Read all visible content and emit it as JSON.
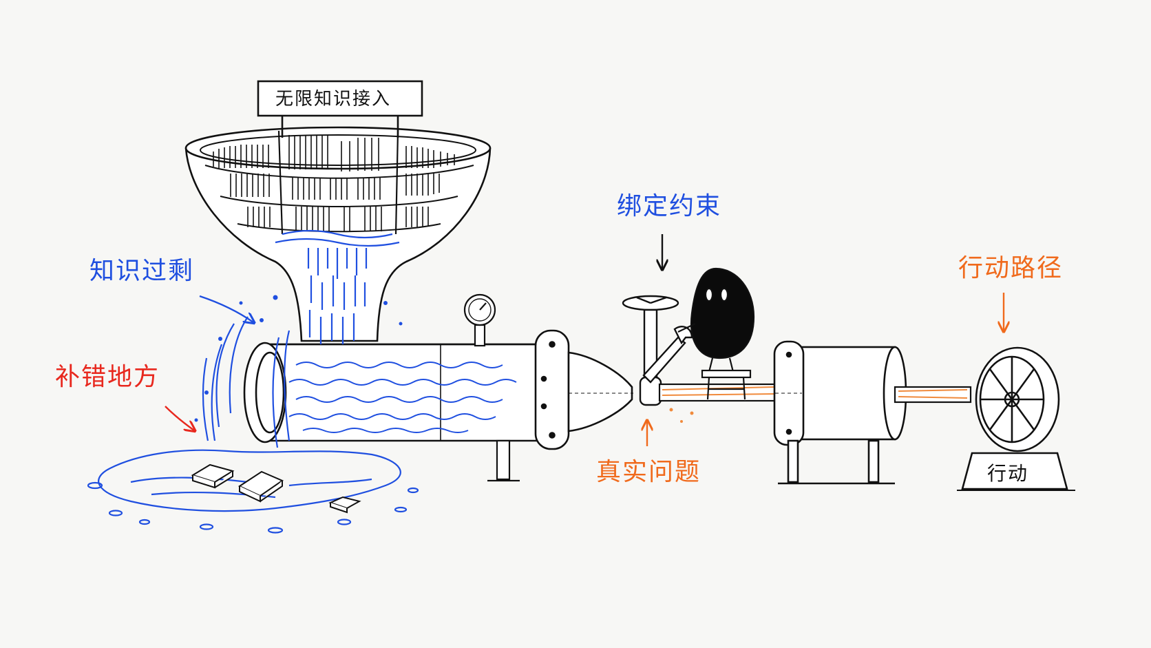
{
  "labels": {
    "sign": "无限知识接入",
    "overflow": "知识过剩",
    "misplaced": "补错地方",
    "constraint": "绑定约束",
    "real_problem": "真实问题",
    "action_path": "行动路径",
    "action": "行动"
  },
  "colors": {
    "ink": "#111111",
    "water": "#1f4fe0",
    "red_label": "#e8281e",
    "orange_label": "#f06a1c",
    "beam": "#f08a3c",
    "paper": "#f7f7f5"
  },
  "icons": [
    "funnel-library",
    "pipe",
    "pressure-gauge",
    "valve-wheel",
    "wrench",
    "blob-character",
    "stool",
    "wheel-machine",
    "spilled-books"
  ]
}
